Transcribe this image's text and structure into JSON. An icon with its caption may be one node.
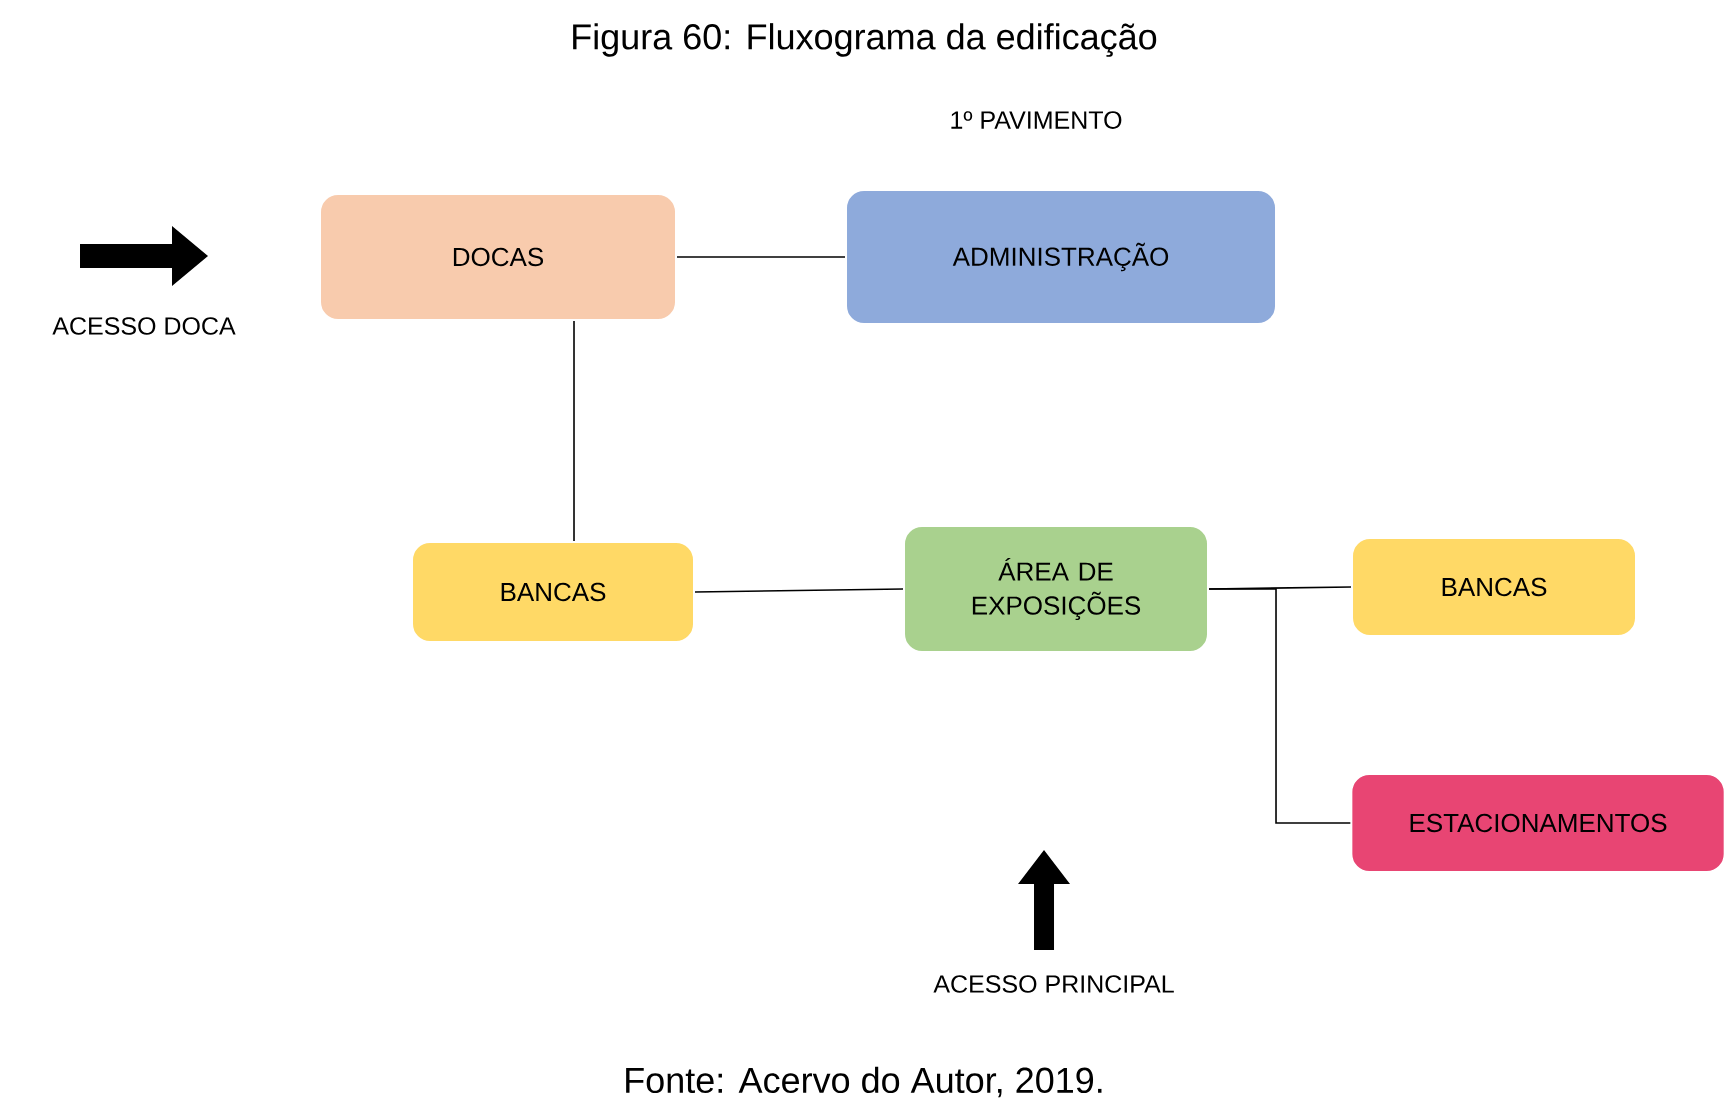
{
  "diagram": {
    "title": "Figura 60: Fluxograma da edificação",
    "caption": "Fonte: Acervo do Autor, 2019.",
    "nodes": [
      {
        "text": [
          "DOCAS"
        ]
      },
      {
        "text": [
          "ADMINISTRAÇÃO"
        ]
      },
      {
        "text": [
          "BANCAS"
        ]
      },
      {
        "text": [
          "ÁREA DE EXPOSIÇÕES"
        ]
      },
      {
        "text": [
          "BANCAS"
        ]
      },
      {
        "text": [
          "ESTACIONAMENTOS"
        ]
      }
    ],
    "edges": [
      {
        "from": 0,
        "to": 1,
        "arrow": "none"
      },
      {
        "from": 0,
        "to": 2,
        "arrow": "none"
      },
      {
        "from": 2,
        "to": 3,
        "arrow": "none"
      },
      {
        "from": 3,
        "to": 4,
        "arrow": "none"
      },
      {
        "from": 3,
        "to": 5,
        "arrow": "none"
      }
    ],
    "labels": [
      "1º PAVIMENTO",
      "ACESSO DOCA",
      "ACESSO PRINCIPAL"
    ]
  }
}
